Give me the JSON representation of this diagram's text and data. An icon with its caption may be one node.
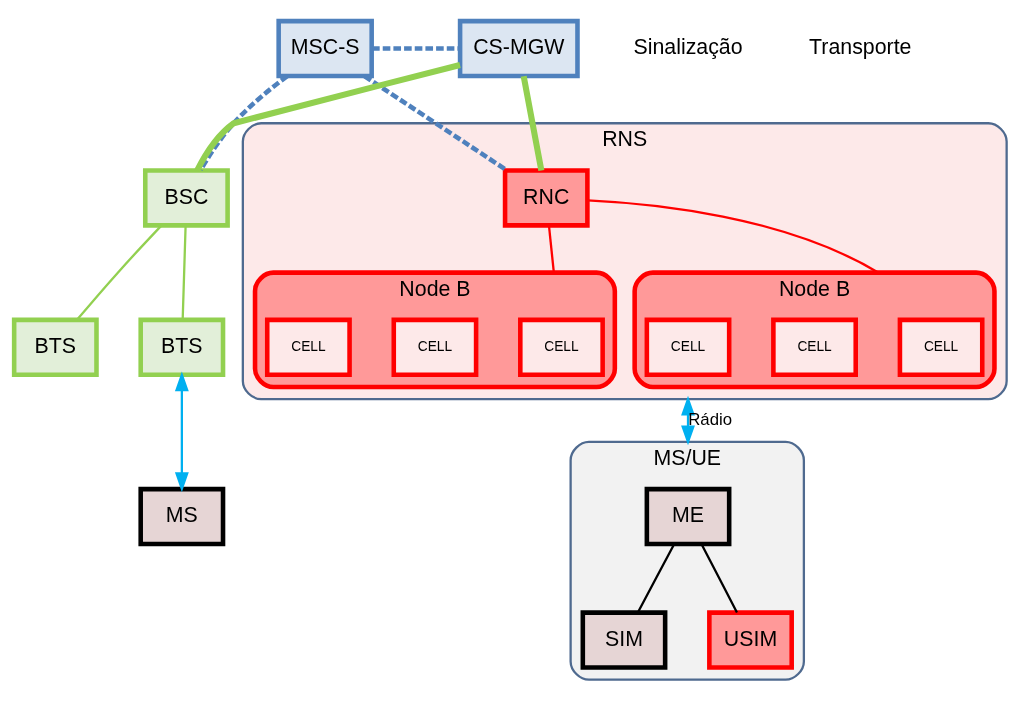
{
  "diagram": {
    "nodes": [
      {
        "text": [
          "MSC-S"
        ]
      },
      {
        "text": [
          "CS-MGW"
        ]
      },
      {
        "text": [
          "BSC"
        ]
      },
      {
        "text": [
          "BTS"
        ]
      },
      {
        "text": [
          "BTS"
        ]
      },
      {
        "text": [
          "MS"
        ]
      },
      {
        "text": [
          "RNS"
        ]
      },
      {
        "text": [
          "RNC"
        ],
        "in": 6
      },
      {
        "text": [
          "Node B"
        ],
        "in": 6
      },
      {
        "text": [
          "CELL"
        ],
        "in": 8
      },
      {
        "text": [
          "CELL"
        ],
        "in": 8
      },
      {
        "text": [
          "CELL"
        ],
        "in": 8
      },
      {
        "text": [
          "Node B"
        ],
        "in": 6
      },
      {
        "text": [
          "CELL"
        ],
        "in": 12
      },
      {
        "text": [
          "CELL"
        ],
        "in": 12
      },
      {
        "text": [
          "CELL"
        ],
        "in": 12
      },
      {
        "text": [
          "MS/UE"
        ]
      },
      {
        "text": [
          "ME"
        ],
        "in": 16
      },
      {
        "text": [
          "SIM"
        ],
        "in": 16
      },
      {
        "text": [
          "USIM"
        ],
        "in": 16
      }
    ],
    "edges": [
      {
        "from": 0,
        "to": 1,
        "arrow": "none",
        "style": "dashed",
        "color": "#4f81bd"
      },
      {
        "from": 0,
        "to": 2,
        "arrow": "none",
        "style": "dashed",
        "color": "#4f81bd"
      },
      {
        "from": 0,
        "to": 7,
        "arrow": "none",
        "style": "dashed",
        "color": "#4f81bd"
      },
      {
        "from": 1,
        "to": 2,
        "arrow": "none",
        "style": "thick",
        "color": "#92d050"
      },
      {
        "from": 1,
        "to": 7,
        "arrow": "none",
        "style": "thick",
        "color": "#92d050"
      },
      {
        "from": 2,
        "to": 3,
        "arrow": "none",
        "color": "#92d050"
      },
      {
        "from": 2,
        "to": 4,
        "arrow": "none",
        "color": "#92d050"
      },
      {
        "from": 3,
        "to": 5,
        "arrow": "both",
        "color": "#00b0f0"
      },
      {
        "from": 7,
        "to": 8,
        "arrow": "none",
        "color": "#ff0000"
      },
      {
        "from": 7,
        "to": 12,
        "arrow": "none",
        "color": "#ff0000"
      },
      {
        "from": 6,
        "to": 16,
        "arrow": "both",
        "label": "Rádio",
        "color": "#00b0f0"
      },
      {
        "from": 17,
        "to": 18,
        "arrow": "none",
        "color": "#000000"
      },
      {
        "from": 17,
        "to": 19,
        "arrow": "none",
        "color": "#000000"
      }
    ],
    "labels": [
      "Sinalização",
      "Transporte"
    ]
  }
}
